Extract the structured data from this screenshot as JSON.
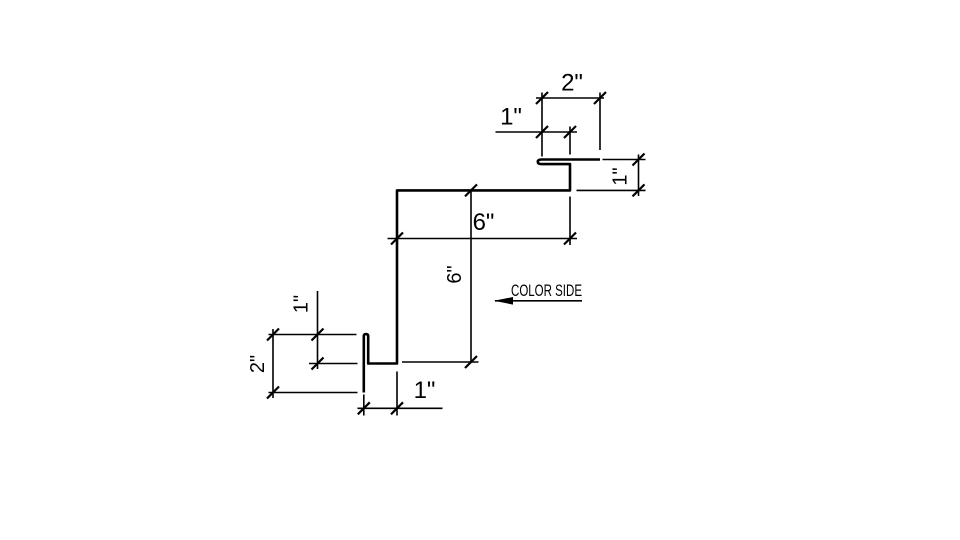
{
  "page": {
    "background": "#ffffff",
    "line_color": "#000000"
  },
  "drawing": {
    "color_side": {
      "label": "COLOR SIDE"
    },
    "dimensions": {
      "top_flange_width": "2\"",
      "top_hem": "1\"",
      "right_drop": "1\"",
      "top_run": "6\"",
      "vertical_leg": "6\"",
      "bottom_upstand": "1\"",
      "bottom_hem_leg": "2\"",
      "bottom_run": "1\""
    }
  }
}
